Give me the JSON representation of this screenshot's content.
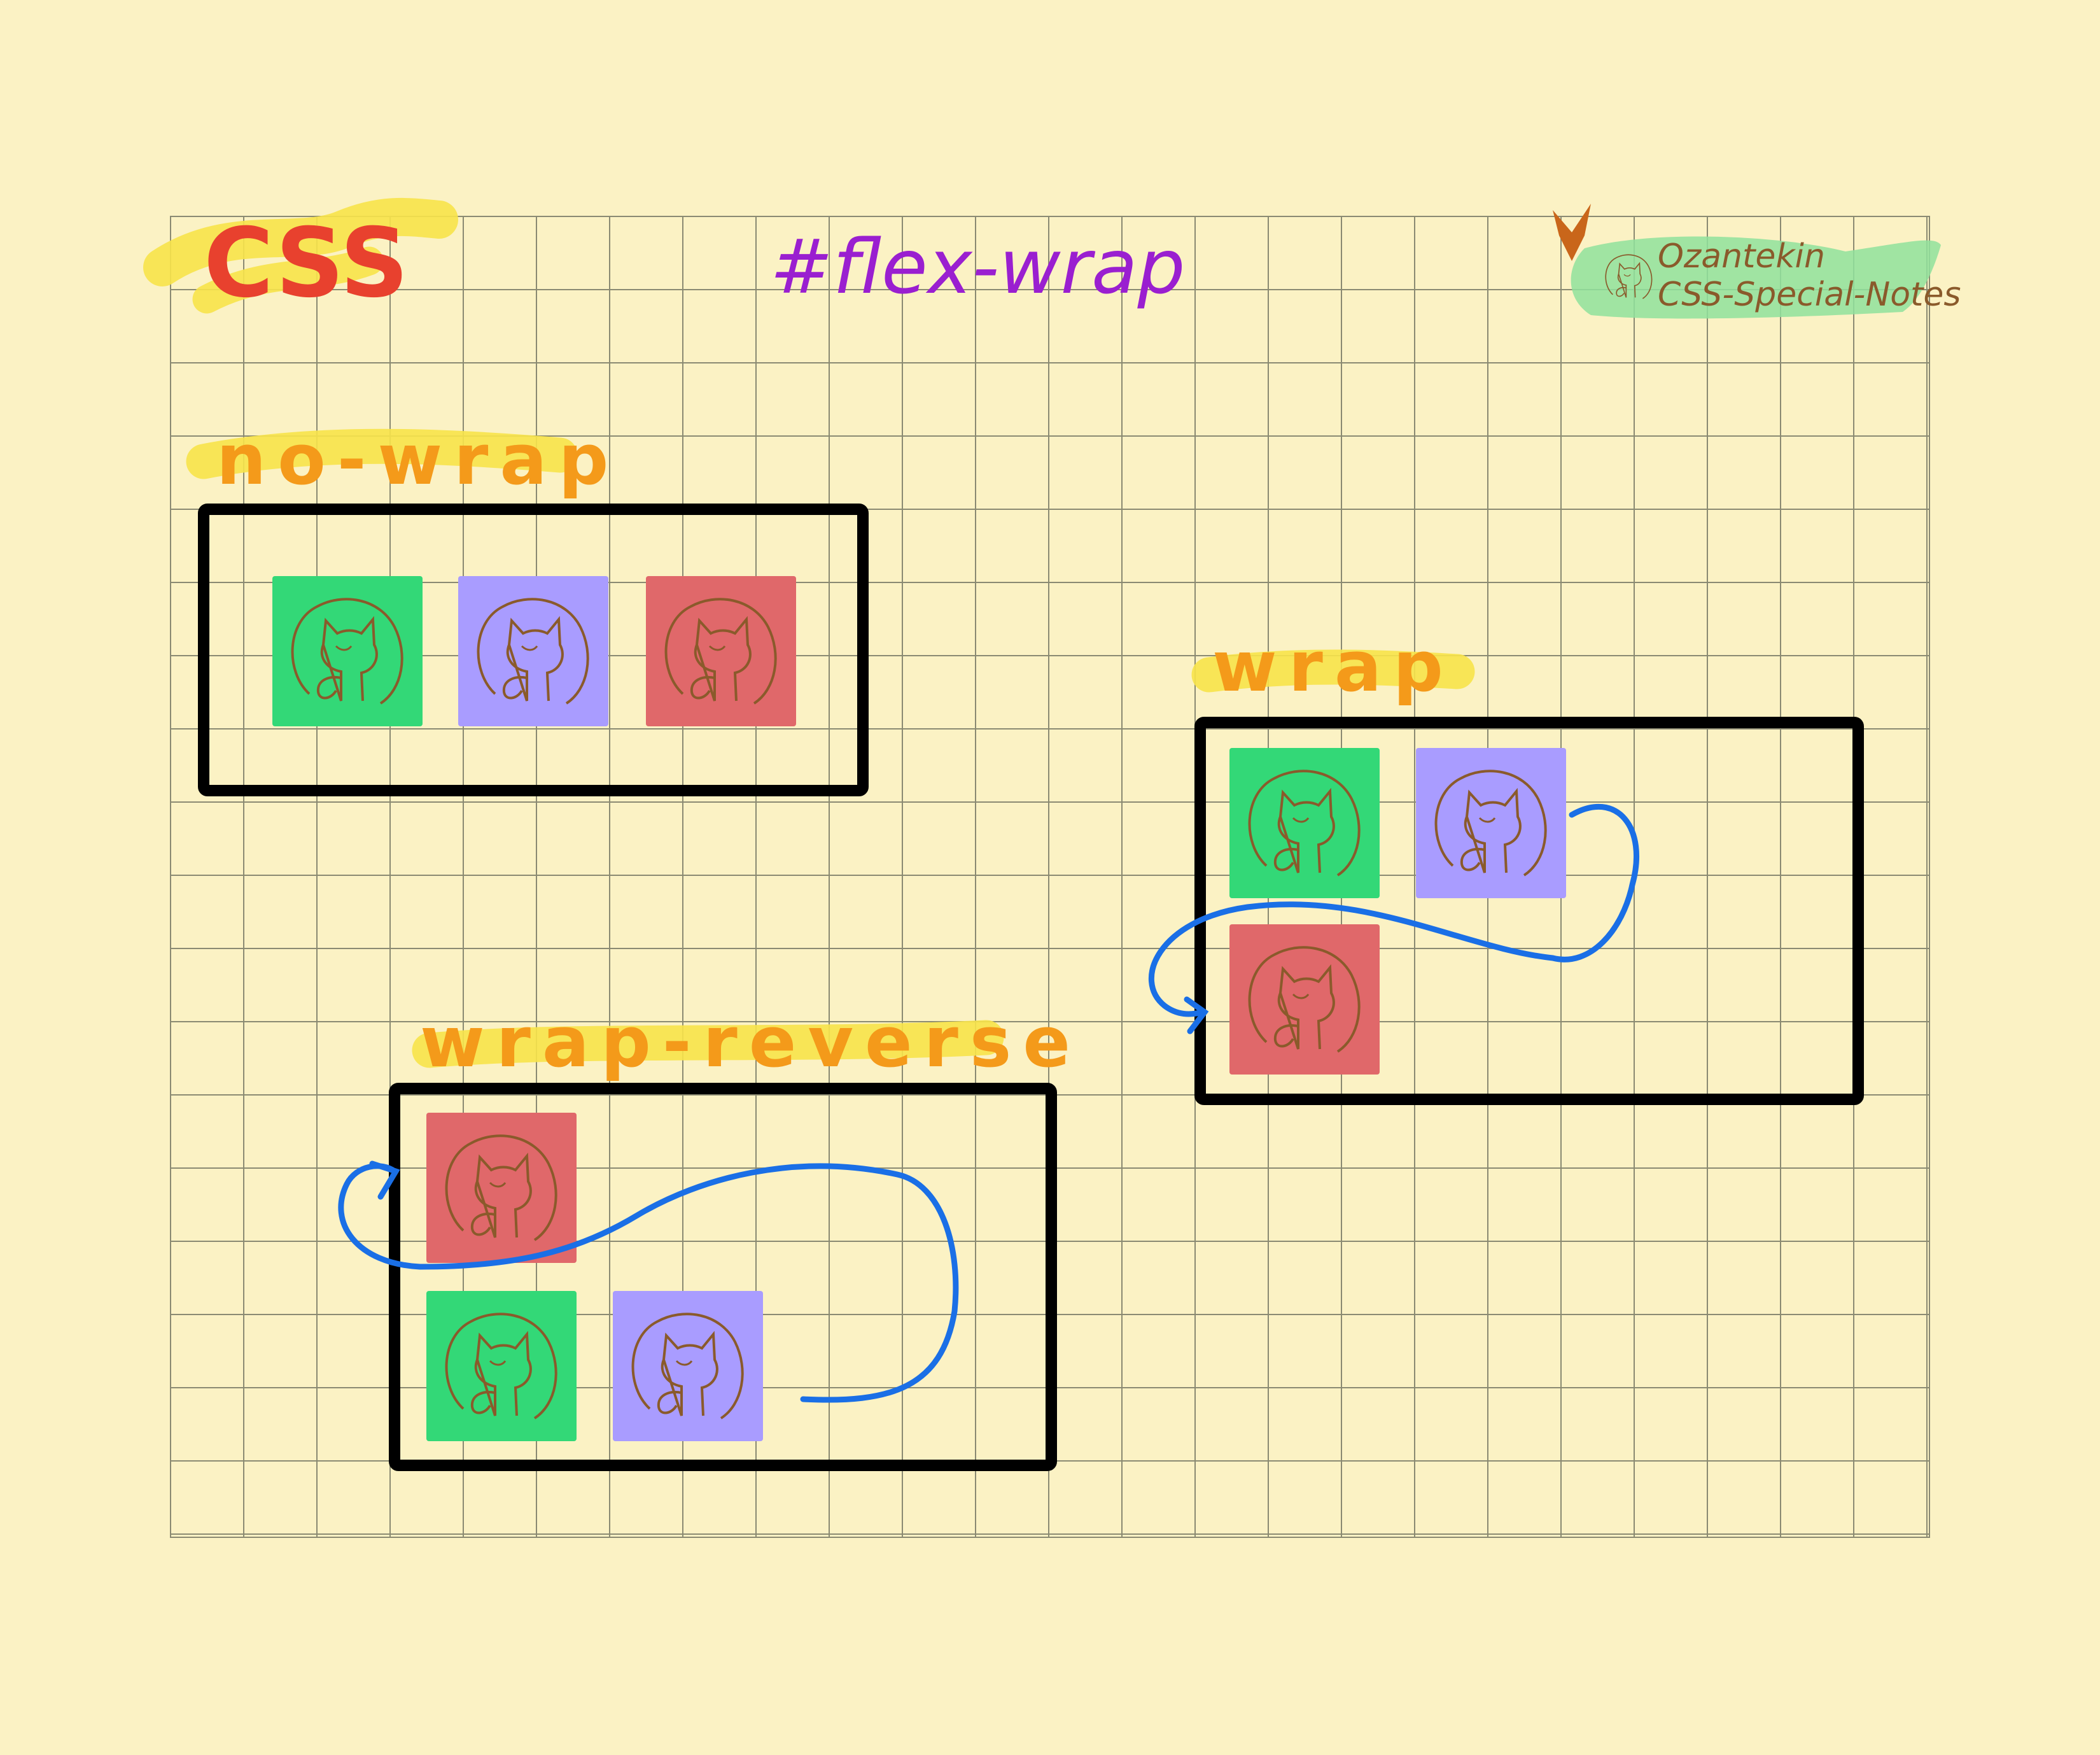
{
  "header": {
    "subject": "CSS",
    "topic": "#flex-wrap"
  },
  "credit": {
    "author": "Ozantekin",
    "repo": "CSS-Special-Notes",
    "logo_icon": "github-octocat-icon"
  },
  "examples": [
    {
      "label": "no-wrap",
      "items": [
        "green",
        "purple",
        "red"
      ]
    },
    {
      "label": "wrap",
      "items": [
        "green",
        "purple",
        "red"
      ]
    },
    {
      "label": "wrap-reverse",
      "items": [
        "red",
        "green",
        "purple"
      ]
    }
  ],
  "colors": {
    "background": "#fbf2c4",
    "grid": "#8a8a72",
    "box_border": "#000000",
    "green": "#33d877",
    "purple": "#a99cff",
    "red": "#e0686a",
    "arrow": "#1a6fe6",
    "highlight_yellow": "#f7e34a",
    "highlight_green": "#8fe29c",
    "label": "#f49a1a",
    "icon_stroke": "#8a5a2b"
  },
  "icons": {
    "item_icon": "github-octocat-icon",
    "pointer_icon": "arrow-down-icon"
  }
}
